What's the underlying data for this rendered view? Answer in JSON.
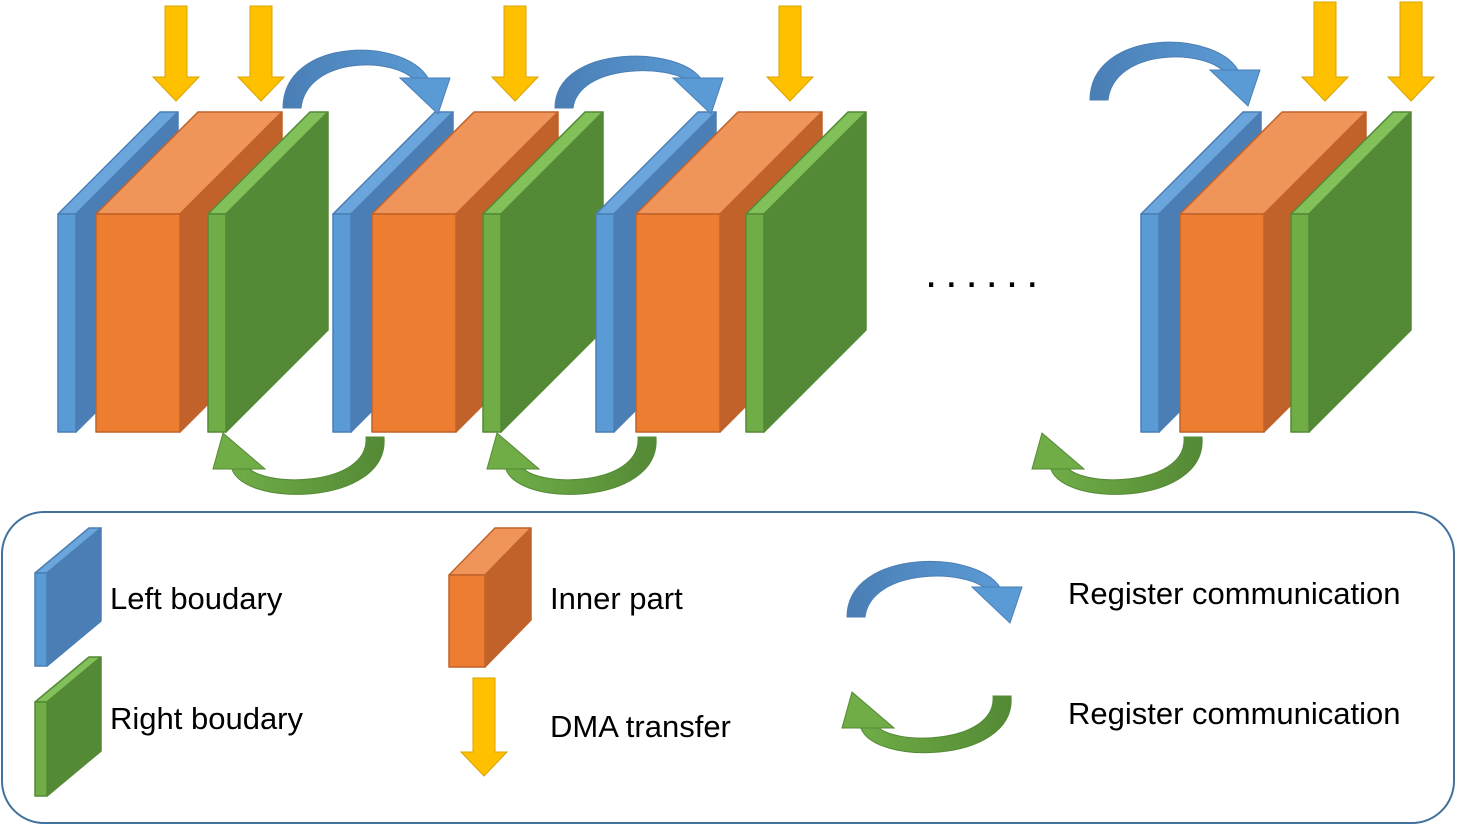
{
  "colors": {
    "blue_face": "#5b9bd5",
    "blue_side": "#4a7eb5",
    "blue_top": "#6aa6dc",
    "orange_face": "#ed7d31",
    "orange_side": "#c0622a",
    "orange_top": "#f0955a",
    "green_face": "#70ad47",
    "green_side": "#548935",
    "green_top": "#82c05a",
    "dma_arrow": "#ffc000",
    "legend_border": "#41719c"
  },
  "ellipsis": "......",
  "legend": {
    "left_boundary": "Left boudary",
    "right_boundary": "Right boudary",
    "inner_part": "Inner part",
    "dma_transfer": "DMA transfer",
    "register_comm_blue": "Register communication",
    "register_comm_green": "Register communication"
  }
}
